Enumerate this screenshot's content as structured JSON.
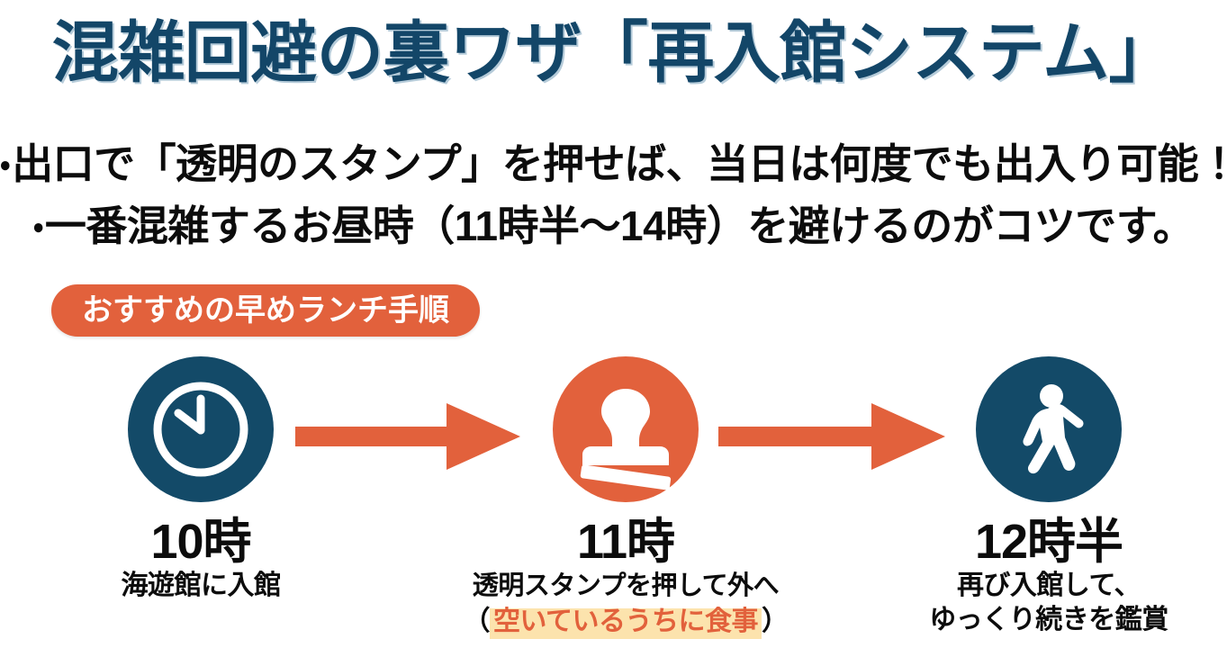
{
  "colors": {
    "navy": "#134668",
    "orange": "#e2613c",
    "highlight_yellow": "#fce3ad",
    "text_black": "#0c0c0c",
    "background": "#ffffff"
  },
  "header": {
    "title": "混雑回避の裏ワザ「再入館システム」"
  },
  "bullets": [
    {
      "marker": "・",
      "text": "出口で「透明のスタンプ」を押せば、当日は何度でも出入り可能！"
    },
    {
      "marker": "・",
      "text": "一番混雑するお昼時（11時半〜14時）を避けるのがコツです。"
    }
  ],
  "badge": {
    "label": "おすすめの早めランチ手順"
  },
  "steps": [
    {
      "icon": "clock-icon",
      "circle_color": "#134a68",
      "time": "10時",
      "desc": "海遊館に入館",
      "note_prefix": "",
      "note_highlight": "",
      "note_suffix": ""
    },
    {
      "icon": "stamp-icon",
      "circle_color": "#e2613c",
      "time": "11時",
      "desc": "透明スタンプを押して外へ",
      "note_prefix": "（",
      "note_highlight": "空いているうちに食事",
      "note_suffix": "）"
    },
    {
      "icon": "walking-person-icon",
      "circle_color": "#134a68",
      "time": "12時半",
      "desc": "再び入館して、",
      "desc2": "ゆっくり続きを鑑賞",
      "note_prefix": "",
      "note_highlight": "",
      "note_suffix": ""
    }
  ],
  "arrows": [
    {
      "direction": "right",
      "color": "#e2613c"
    },
    {
      "direction": "right",
      "color": "#e2613c"
    }
  ]
}
